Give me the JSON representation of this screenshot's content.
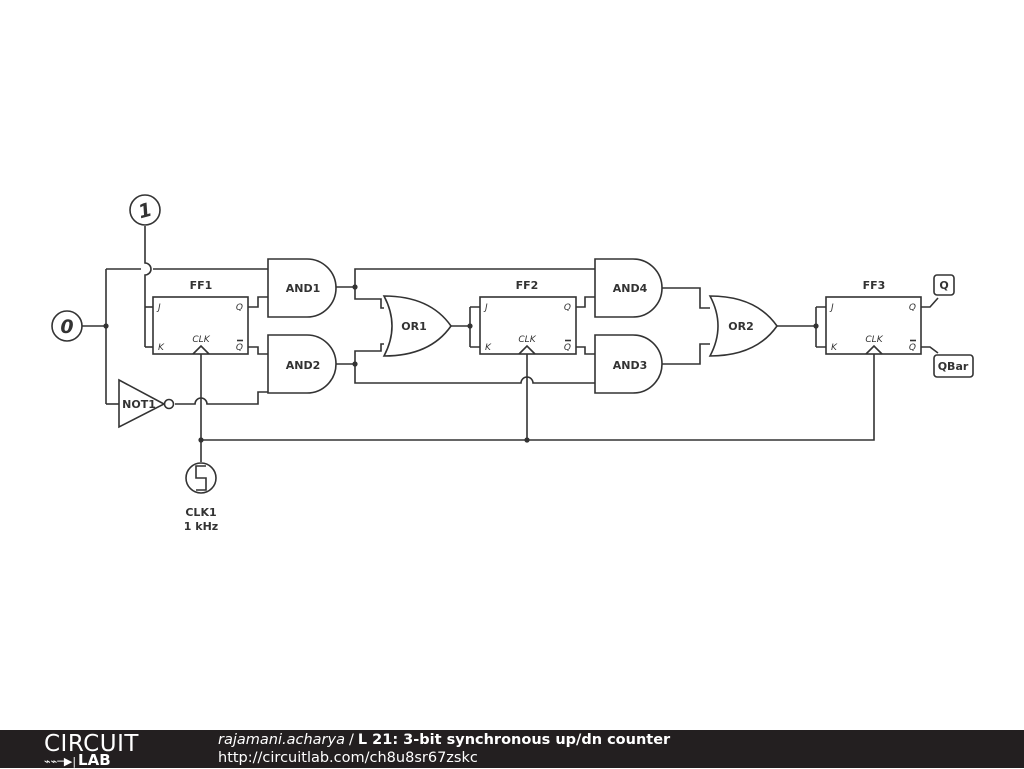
{
  "diagram": {
    "components": {
      "ff1": "FF1",
      "ff2": "FF2",
      "ff3": "FF3",
      "and1": "AND1",
      "and2": "AND2",
      "and3": "AND3",
      "and4": "AND4",
      "or1": "OR1",
      "or2": "OR2",
      "not1": "NOT1",
      "clk1": "CLK1",
      "clk1_freq": "1 kHz"
    },
    "pins": {
      "j": "J",
      "k": "K",
      "q": "Q",
      "qbar": "Q",
      "clk": "CLK"
    },
    "sources": {
      "high": "1",
      "low": "0"
    },
    "outputs": {
      "q": "Q",
      "qbar": "QBar"
    }
  },
  "footer": {
    "logo_top": "CIRCUIT",
    "logo_bottom": "LAB",
    "author": "rajamani.acharya",
    "separator": "/",
    "title": "L 21: 3-bit synchronous up/dn counter",
    "url": "http://circuitlab.com/ch8u8sr67zskc"
  }
}
